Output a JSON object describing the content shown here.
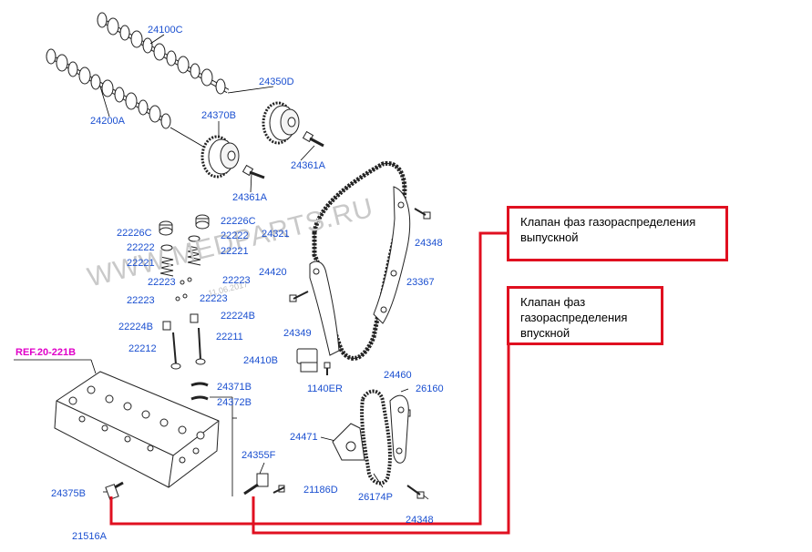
{
  "labels": [
    {
      "id": "24100C",
      "text": "24100C"
    },
    {
      "id": "24350D",
      "text": "24350D"
    },
    {
      "id": "24200A",
      "text": "24200A"
    },
    {
      "id": "24370B",
      "text": "24370B"
    },
    {
      "id": "24361A_1",
      "text": "24361A"
    },
    {
      "id": "24361A_2",
      "text": "24361A"
    },
    {
      "id": "22226C_1",
      "text": "22226C"
    },
    {
      "id": "22226C_2",
      "text": "22226C"
    },
    {
      "id": "22222_1",
      "text": "22222"
    },
    {
      "id": "22222_2",
      "text": "22222"
    },
    {
      "id": "22221_1",
      "text": "22221"
    },
    {
      "id": "22221_2",
      "text": "22221"
    },
    {
      "id": "22223_1",
      "text": "22223"
    },
    {
      "id": "22223_2",
      "text": "22223"
    },
    {
      "id": "22223_3",
      "text": "22223"
    },
    {
      "id": "22223_4",
      "text": "22223"
    },
    {
      "id": "22224B_1",
      "text": "22224B"
    },
    {
      "id": "22224B_2",
      "text": "22224B"
    },
    {
      "id": "22212",
      "text": "22212"
    },
    {
      "id": "22211",
      "text": "22211"
    },
    {
      "id": "24321",
      "text": "24321"
    },
    {
      "id": "24348_1",
      "text": "24348"
    },
    {
      "id": "24420",
      "text": "24420"
    },
    {
      "id": "23367",
      "text": "23367"
    },
    {
      "id": "24349",
      "text": "24349"
    },
    {
      "id": "24410B",
      "text": "24410B"
    },
    {
      "id": "1140ER",
      "text": "1140ER"
    },
    {
      "id": "24371B",
      "text": "24371B"
    },
    {
      "id": "24372B",
      "text": "24372B"
    },
    {
      "id": "24460",
      "text": "24460"
    },
    {
      "id": "26160",
      "text": "26160"
    },
    {
      "id": "24471",
      "text": "24471"
    },
    {
      "id": "24355F",
      "text": "24355F"
    },
    {
      "id": "21186D",
      "text": "21186D"
    },
    {
      "id": "26174P",
      "text": "26174P"
    },
    {
      "id": "24375B",
      "text": "24375B"
    },
    {
      "id": "21516A",
      "text": "21516A"
    },
    {
      "id": "24348_2",
      "text": "24348"
    }
  ],
  "ref_label": "REF.20-221B",
  "callouts": {
    "exhaust": "Клапан фаз газораспределения выпускной",
    "intake": "Клапан фаз газораспределения впускной"
  },
  "watermark": "WWW.MEDPARTS.RU",
  "watermark_date": "11.06.2017",
  "colors": {
    "label": "#1a4fd0",
    "ref": "#e000c8",
    "callout_border": "#e01020",
    "line": "#000000"
  }
}
